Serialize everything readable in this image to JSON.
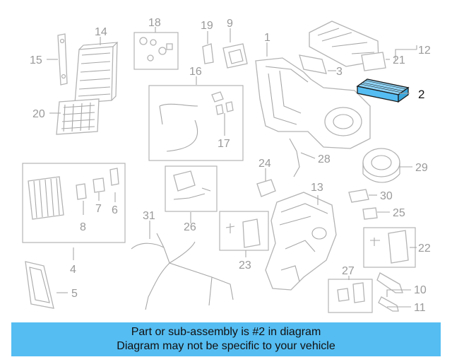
{
  "highlight_color": "#55bdf2",
  "highlighted_part": "2",
  "callouts": [
    "1",
    "2",
    "3",
    "4",
    "5",
    "6",
    "7",
    "8",
    "9",
    "10",
    "11",
    "12",
    "13",
    "14",
    "15",
    "16",
    "17",
    "18",
    "19",
    "20",
    "21",
    "22",
    "23",
    "24",
    "25",
    "26",
    "27",
    "28",
    "29",
    "30",
    "31"
  ],
  "banner": {
    "line1": "Part or sub-assembly is #2 in diagram",
    "line2": "Diagram may not be specific to your vehicle"
  }
}
